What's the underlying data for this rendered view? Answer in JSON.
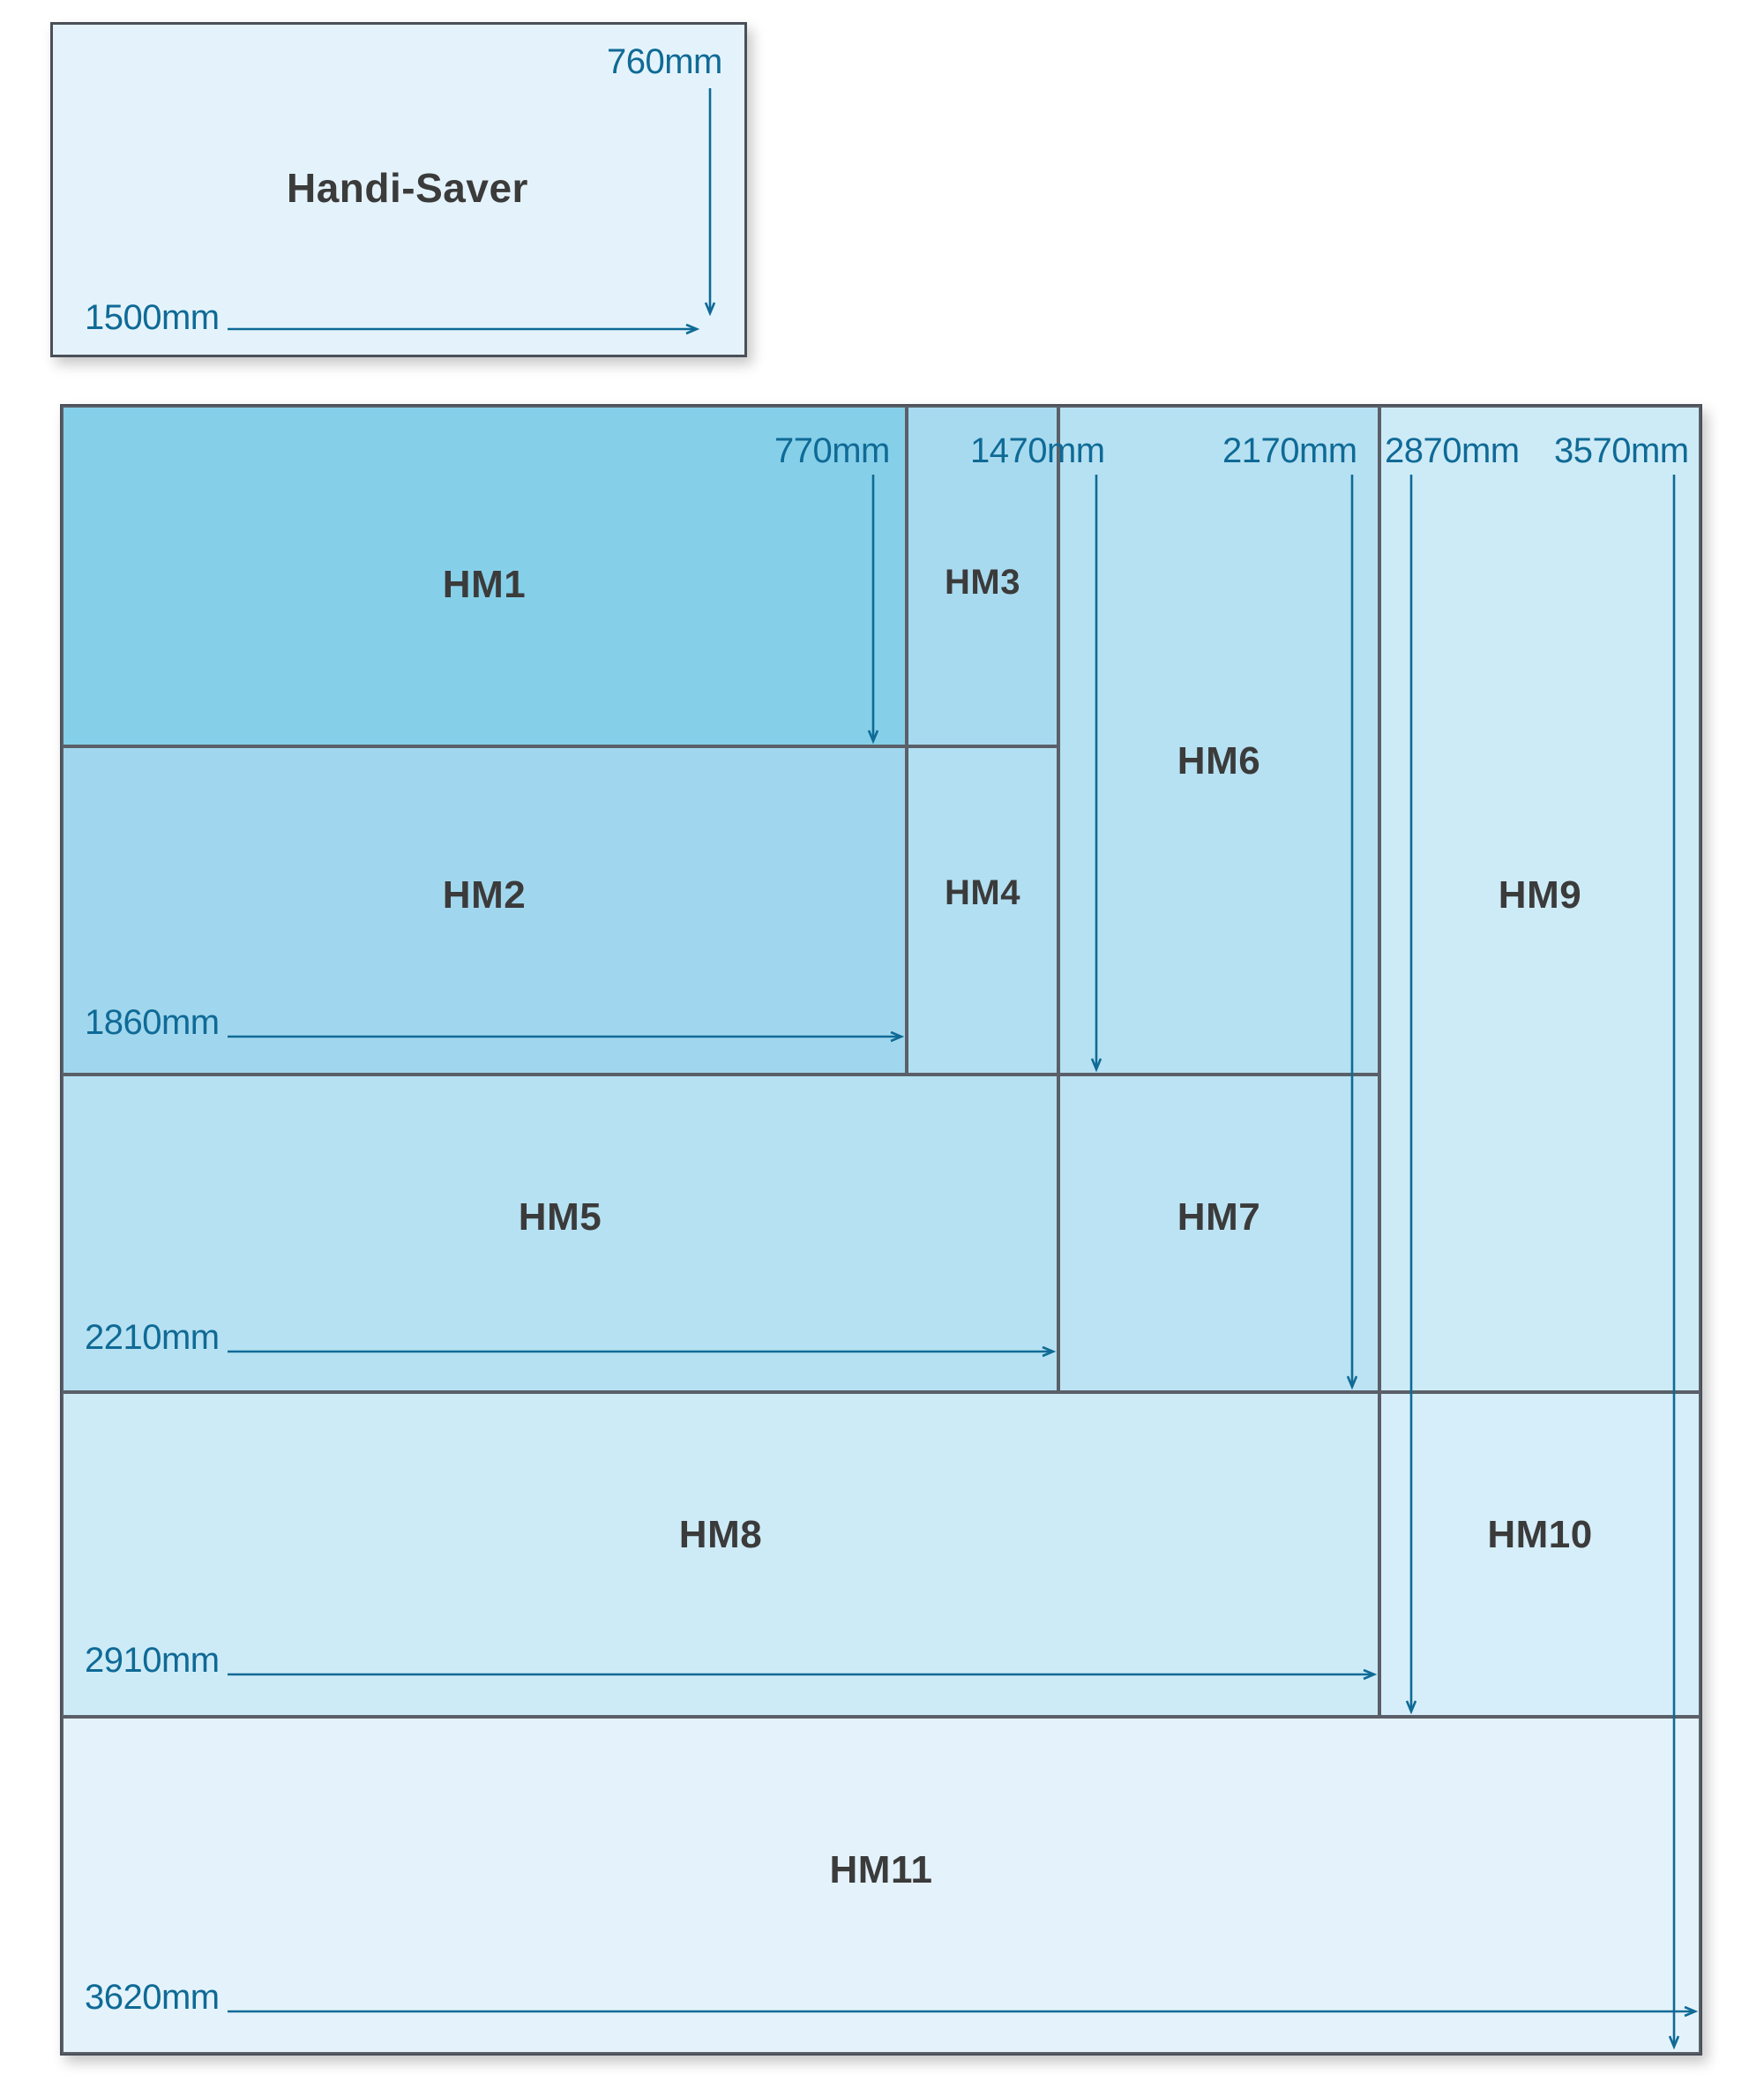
{
  "diagram": {
    "type": "nesting-layout",
    "unit": "mm",
    "accent_color": "#0f6a96",
    "label_color": "#3b3b3b",
    "border_color": "#4a4f58"
  },
  "reference_panel": {
    "name": "Handi-Saver",
    "fill": "#e4f3fb",
    "width_dim": "1500mm",
    "height_dim": "760mm"
  },
  "main_panel": {
    "fill": "#e4f3fb",
    "cells": [
      {
        "label": "HM1",
        "fill": "#86cfe9"
      },
      {
        "label": "HM2",
        "fill": "#a1d7ee"
      },
      {
        "label": "HM3",
        "fill": "#a8daef"
      },
      {
        "label": "HM4",
        "fill": "#b2dff1"
      },
      {
        "label": "HM5",
        "fill": "#b6e1f2"
      },
      {
        "label": "HM6",
        "fill": "#b6e1f2"
      },
      {
        "label": "HM7",
        "fill": "#bbe3f3"
      },
      {
        "label": "HM8",
        "fill": "#cdebf7"
      },
      {
        "label": "HM9",
        "fill": "#cdebf7"
      },
      {
        "label": "HM10",
        "fill": "#d5eef9"
      },
      {
        "label": "HM11",
        "fill": "#e4f3fb"
      }
    ],
    "width_dims": [
      "1860mm",
      "2210mm",
      "2910mm",
      "3620mm"
    ],
    "height_dims": [
      "770mm",
      "1470mm",
      "2170mm",
      "2870mm",
      "3570mm"
    ]
  }
}
